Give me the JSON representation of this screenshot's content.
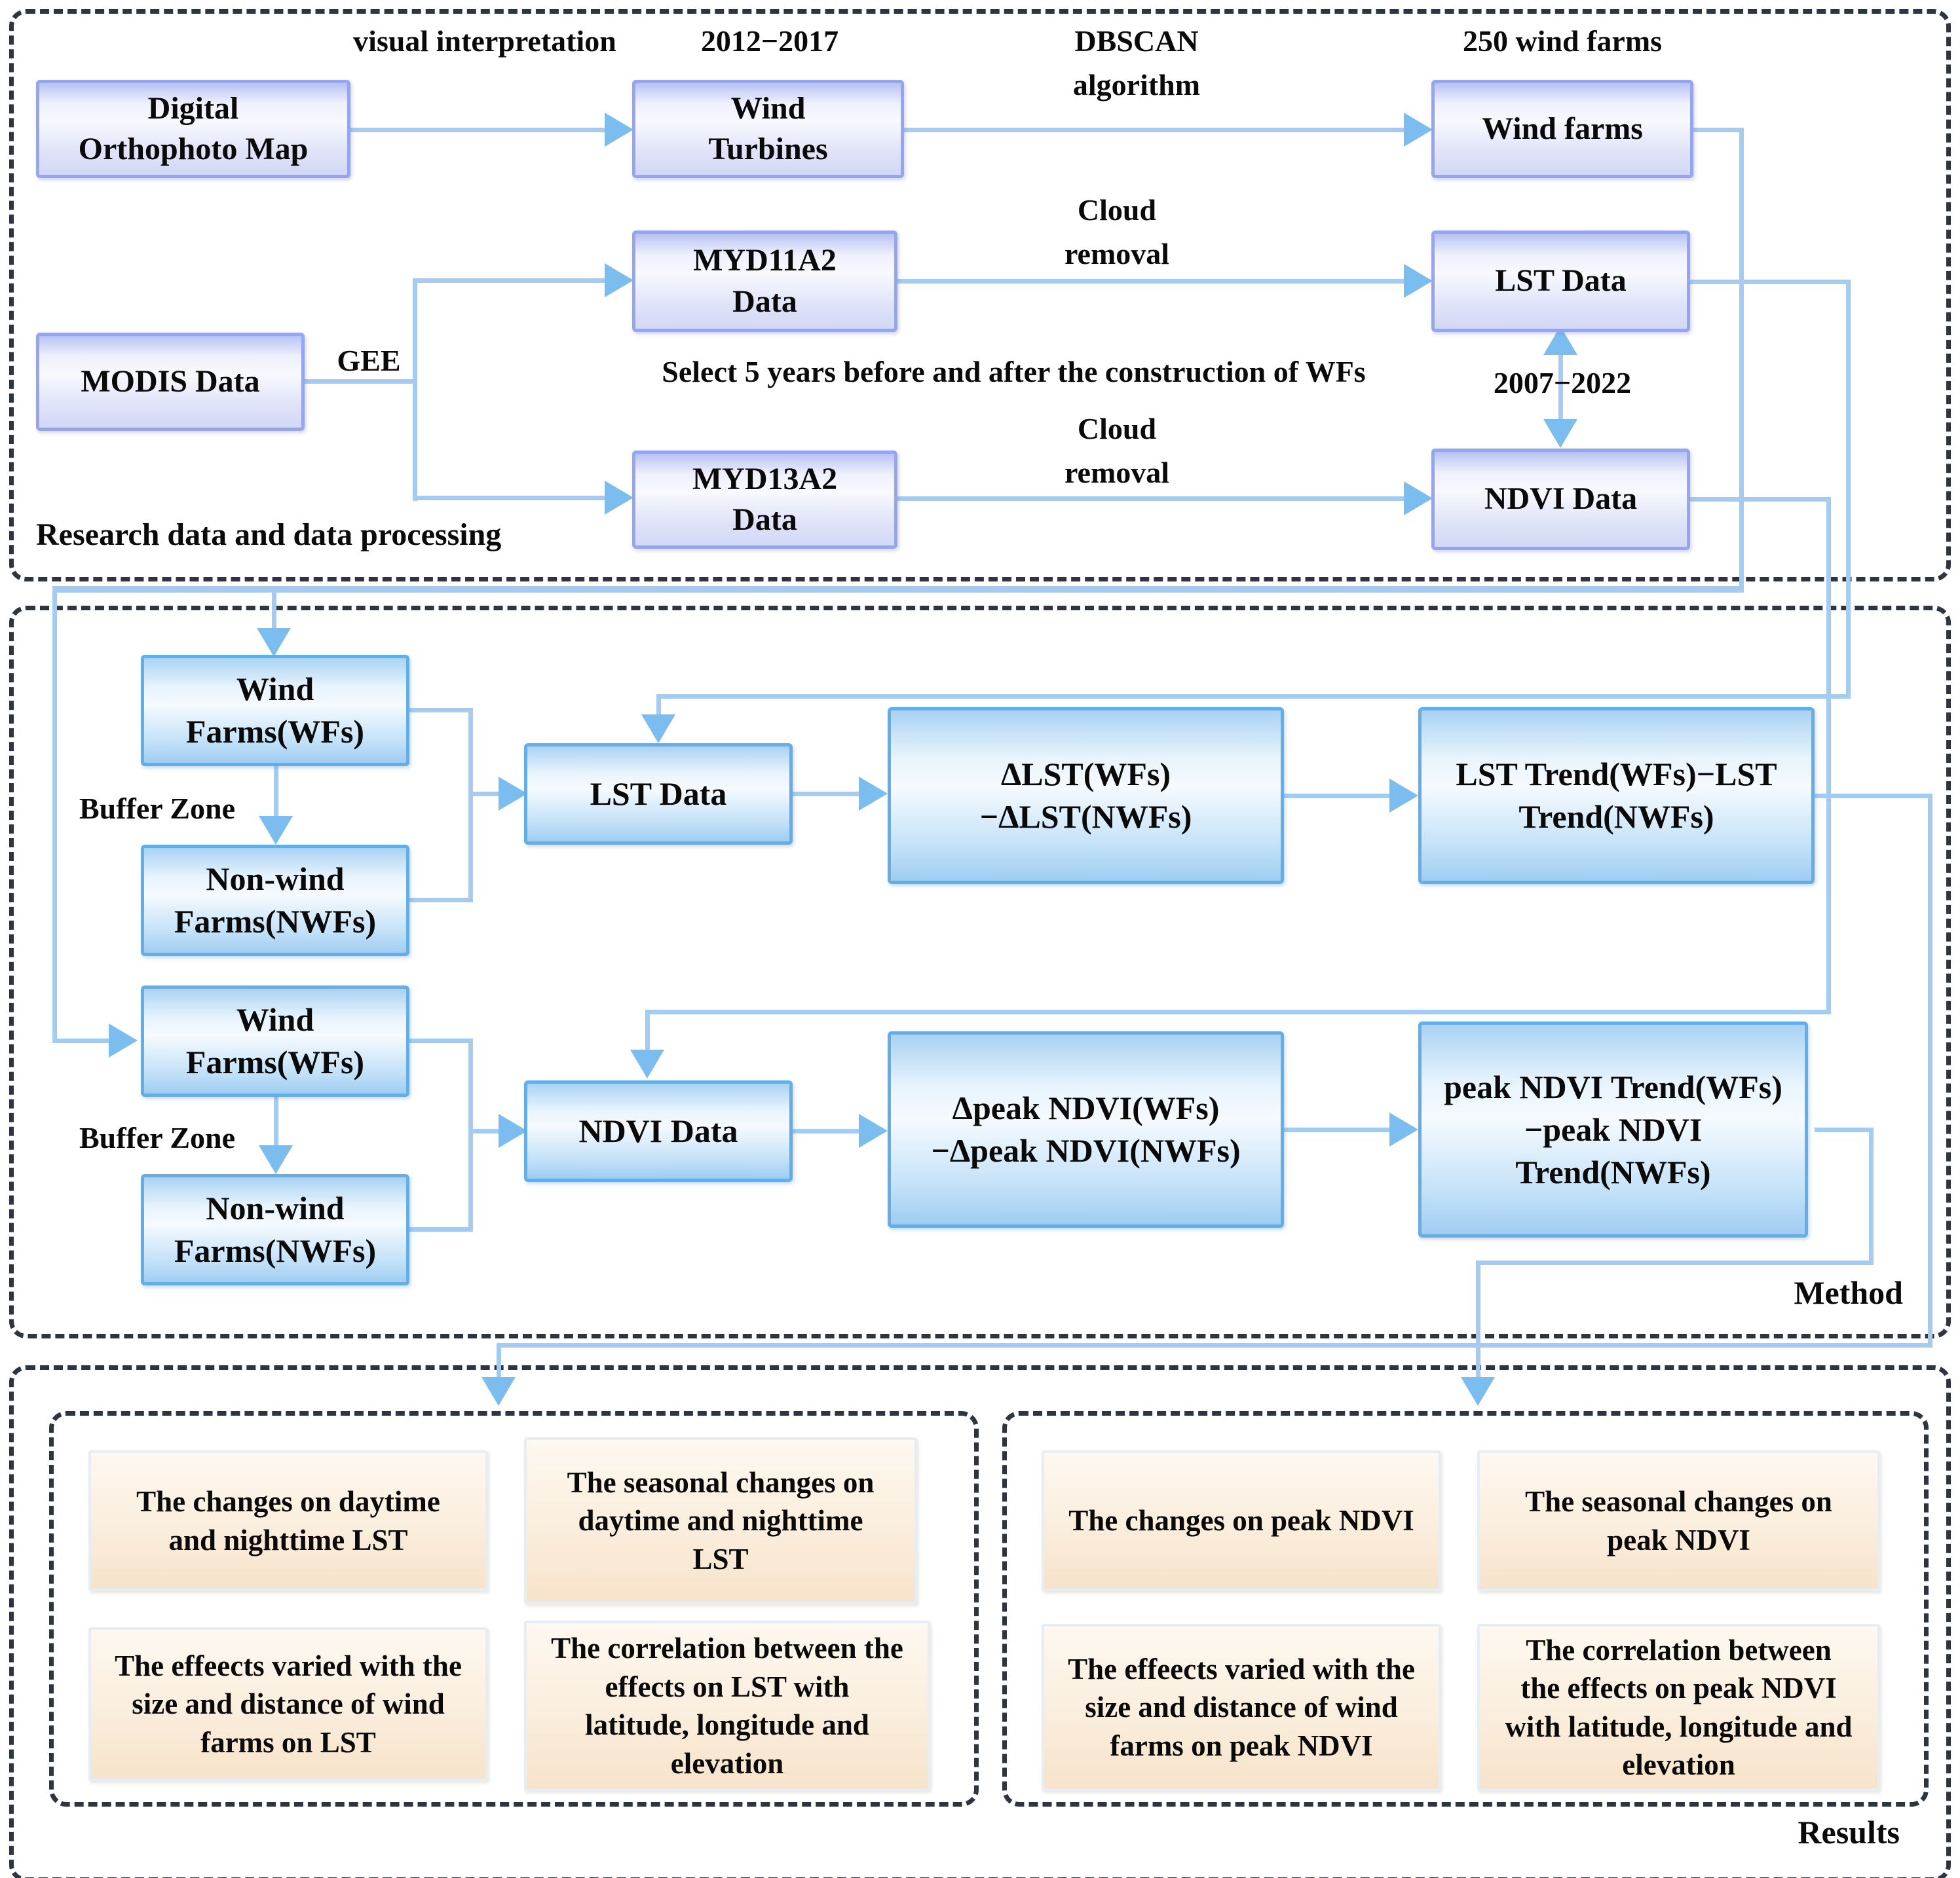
{
  "colors": {
    "connector_line": "#a6cbf0",
    "arrow_head": "#7cbdf0",
    "top_box_border": "#96a6ee",
    "method_box_border": "#64aee7",
    "result_box_fill": "#fbf0e0",
    "dashed_border": "#2d3640"
  },
  "section1": {
    "label": "Research data and data processing",
    "nodes": {
      "digital_orthophoto_map": "Digital Orthophoto Map",
      "wind_turbines": "Wind Turbines",
      "wind_farms": "Wind farms",
      "modis_data": "MODIS Data",
      "myd11a2": "MYD11A2 Data",
      "myd13a2": "MYD13A2 Data",
      "lst_data": "LST Data",
      "ndvi_data": "NDVI Data"
    },
    "labels": {
      "visual_interpretation": "visual interpretation",
      "period_2012_2017": "2012−2017",
      "dbscan": "DBSCAN algorithm",
      "count_250": "250 wind farms",
      "gee": "GEE",
      "select_5_years": "Select 5 years before and after the construction of WFs",
      "cloud_removal_top": "Cloud removal",
      "cloud_removal_bottom": "Cloud removal",
      "period_2007_2022": "2007−2022"
    }
  },
  "method": {
    "label": "Method",
    "lst": {
      "wind_farms": "Wind Farms(WFs)",
      "buffer_zone": "Buffer Zone",
      "non_wind_farms": "Non-wind Farms(NWFs)",
      "lst_data": "LST Data",
      "delta": "ΔLST(WFs) −ΔLST(NWFs)",
      "trend": "LST Trend(WFs)−LST Trend(NWFs)"
    },
    "ndvi": {
      "wind_farms": "Wind Farms(WFs)",
      "buffer_zone": "Buffer Zone",
      "non_wind_farms": "Non-wind Farms(NWFs)",
      "ndvi_data": "NDVI Data",
      "delta": "Δpeak NDVI(WFs) −Δpeak NDVI(NWFs)",
      "trend": "peak NDVI Trend(WFs)−peak NDVI Trend(NWFs)"
    }
  },
  "results": {
    "label": "Results",
    "lst": [
      "The changes on daytime and nighttime LST",
      "The seasonal changes on daytime and nighttime LST",
      "The effeects varied with the size and distance of wind farms on LST",
      "The correlation between the effects on LST with latitude, longitude and elevation"
    ],
    "ndvi": [
      "The changes on peak NDVI",
      "The seasonal changes on peak NDVI",
      "The effeects varied with the size and distance of wind farms on peak NDVI",
      "The correlation between the effects on peak NDVI with latitude, longitude and elevation"
    ]
  }
}
